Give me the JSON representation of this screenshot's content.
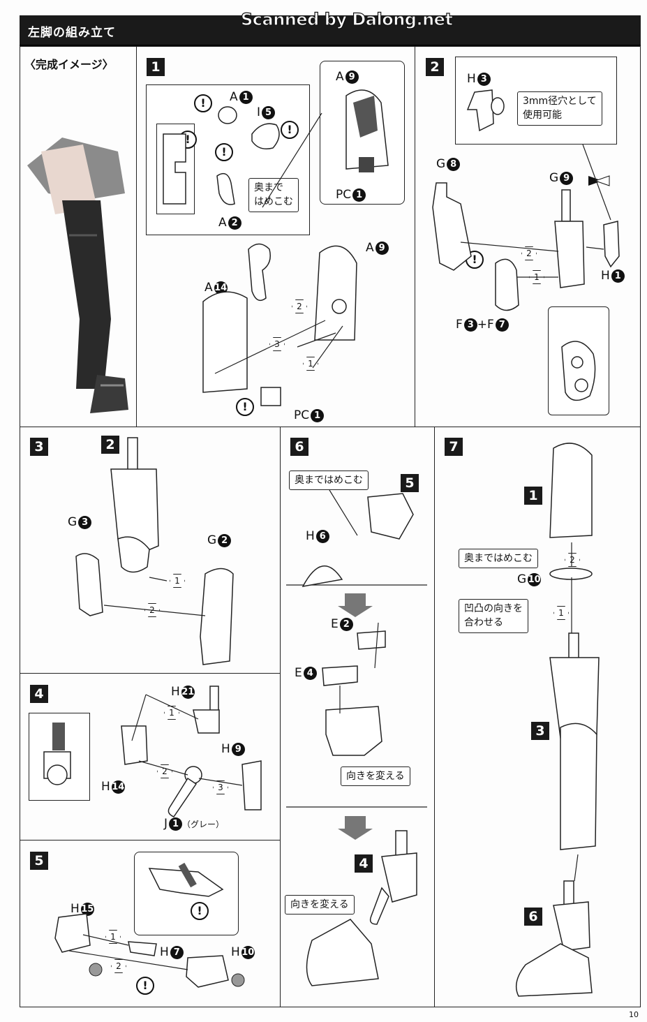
{
  "header": {
    "title": "左脚の組み立て",
    "watermark": "Scanned by Dalong.net"
  },
  "preview": {
    "title": "〈完成イメージ〉"
  },
  "page_number": "10",
  "step1": {
    "number": "1",
    "parts": {
      "a1": "A",
      "a1n": "1",
      "i5": "I",
      "i5n": "5",
      "a2": "A",
      "a2n": "2",
      "a9top": "A",
      "a9topn": "9",
      "pc1top": "PC",
      "pc1topn": "1",
      "a9": "A",
      "a9n": "9",
      "a14": "A",
      "a14n": "14",
      "pc1": "PC",
      "pc1n": "1"
    },
    "note": "奥まで\nはめこむ",
    "seq": [
      "2",
      "3",
      "1"
    ]
  },
  "step2": {
    "number": "2",
    "parts": {
      "h3": "H",
      "h3n": "3",
      "g8": "G",
      "g8n": "8",
      "g9": "G",
      "g9n": "9",
      "h1": "H",
      "h1n": "1",
      "f3": "F",
      "f3n": "3",
      "plus": "+F",
      "f7n": "7"
    },
    "note": "3mm径穴として\n使用可能",
    "seq": [
      "2",
      "1"
    ]
  },
  "step3": {
    "number": "3",
    "parts": {
      "ref": "2",
      "g3": "G",
      "g3n": "3",
      "g2": "G",
      "g2n": "2"
    },
    "seq": [
      "1",
      "2"
    ]
  },
  "step4": {
    "number": "4",
    "parts": {
      "h21": "H",
      "h21n": "21",
      "h9": "H",
      "h9n": "9",
      "h14": "H",
      "h14n": "14",
      "j1": "J",
      "j1n": "1",
      "grey": "（グレー）"
    },
    "seq": [
      "1",
      "2",
      "3"
    ]
  },
  "step5": {
    "number": "5",
    "parts": {
      "h15": "H",
      "h15n": "15",
      "h7": "H",
      "h7n": "7",
      "h10": "H",
      "h10n": "10"
    },
    "seq": [
      "1",
      "2"
    ]
  },
  "step6": {
    "number": "6",
    "parts": {
      "ref5": "5",
      "h6": "H",
      "h6n": "6",
      "e2": "E",
      "e2n": "2",
      "e4": "E",
      "e4n": "4",
      "ref4": "4"
    },
    "note_press": "奥まではめこむ",
    "note_turn1": "向きを変える",
    "note_turn2": "向きを変える"
  },
  "step7": {
    "number": "7",
    "parts": {
      "ref1": "1",
      "g10": "G",
      "g10n": "10",
      "ref3": "3",
      "ref6": "6"
    },
    "note_press": "奥まではめこむ",
    "note_align": "凹凸の向きを\n合わせる",
    "seq": [
      "2",
      "1"
    ]
  }
}
